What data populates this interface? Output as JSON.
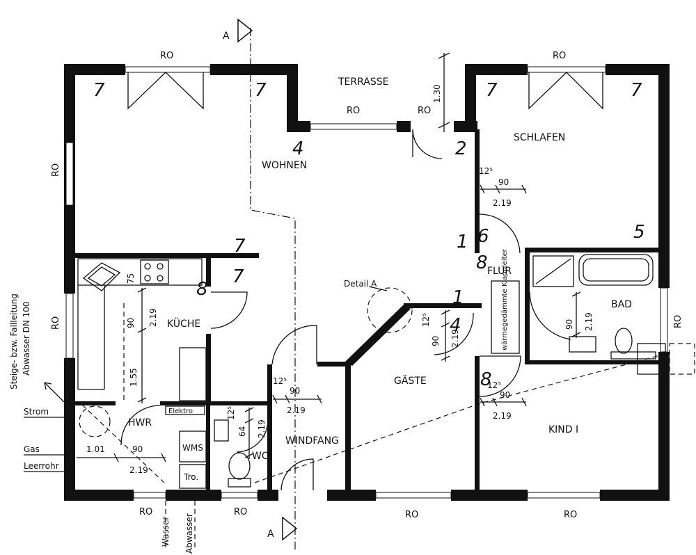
{
  "section_marker": {
    "top": "A",
    "bottom": "A"
  },
  "rooms": {
    "terrasse": "TERRASSE",
    "wohnen": "WOHNEN",
    "schlafen": "SCHLAFEN",
    "kueche": "KÜCHE",
    "flur": "FLUR",
    "bad": "BAD",
    "gaeste": "GÄSTE",
    "windfang": "WINDFANG",
    "hwr": "HWR",
    "wc": "WC",
    "kind": "KIND I"
  },
  "window_labels": {
    "ro": "RO"
  },
  "dimensions": {
    "terrace_depth": "1.30",
    "schlafen_door_a": "12⁵",
    "schlafen_door_b": "90",
    "schlafen_door_c": "2.19",
    "kueche_75": "75",
    "kueche_90": "90",
    "kueche_219": "2.19",
    "kueche_155": "1.55",
    "windfang_125": "12⁵",
    "windfang_90": "90",
    "windfang_219": "2.19",
    "wc_125": "12⁵",
    "wc_64": "64",
    "wc_219": "2.19",
    "hwr_101": "1.01",
    "hwr_90": "90",
    "hwr_219": "2.19",
    "gaeste_125": "12⁵",
    "gaeste_90": "90",
    "gaeste_219": "2.19",
    "kind_125": "12⁵",
    "kind_90": "90",
    "kind_219": "2.19",
    "bad_90": "90",
    "bad_219": "2.19"
  },
  "equipment": {
    "elektro": "Elektro",
    "wms": "WMS",
    "tro": "Tro.",
    "heizung": "wärmegedämmte Klappleiter"
  },
  "annotations": {
    "detail": "Detail A",
    "strom": "Strom",
    "gas": "Gas",
    "leerrohr": "Leerrohr",
    "steige": "Steige- bzw. Fallleitung",
    "abwasser_dn": "Abwasser DN 100",
    "wasser": "Wasser",
    "abwasser": "Abwasser"
  },
  "handwritten_marks": [
    "7",
    "7",
    "7",
    "7",
    "4",
    "2",
    "5",
    "7",
    "7",
    "8",
    "1",
    "6",
    "8",
    "1",
    "4",
    "8"
  ]
}
